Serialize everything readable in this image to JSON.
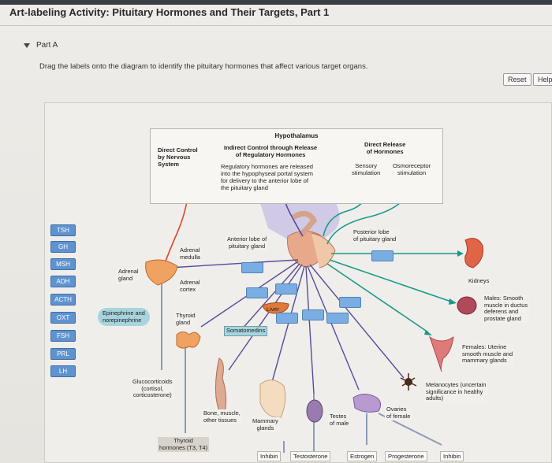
{
  "header": {
    "title": "Art-labeling Activity: Pituitary Hormones and Their Targets, Part 1",
    "part": "Part A",
    "instructions": "Drag the labels onto the diagram to identify the pituitary hormones that affect various target organs."
  },
  "buttons": {
    "reset": "Reset",
    "help": "Help"
  },
  "tags": [
    "TSH",
    "GH",
    "MSH",
    "ADH",
    "ACTH",
    "OXT",
    "FSH",
    "PRL",
    "LH"
  ],
  "hypothalamus": {
    "title": "Hypothalamus",
    "col1": "Direct Control\nby Nervous\nSystem",
    "col2_title": "Indirect Control through Release\nof Regulatory Hormones",
    "col2_text": "Regulatory hormones are released\ninto the hypophyseal portal system\nfor delivery to the anterior lobe of\nthe pituitary gland",
    "col3_title": "Direct Release\nof Hormones",
    "sensory": "Sensory\nstimulation",
    "osmo": "Osmoreceptor\nstimulation"
  },
  "labels": {
    "anterior": "Anterior lobe of\npituitary gland",
    "posterior": "Posterior lobe\nof pituitary gland",
    "adrenal_medulla": "Adrenal\nmedulla",
    "adrenal_gland": "Adrenal\ngland",
    "adrenal_cortex": "Adrenal\ncortex",
    "epinephrine": "Epinephrine and\nnorepinephrine",
    "thyroid_gland": "Thyroid\ngland",
    "liver": "Liver",
    "somatomedins": "Somatomedins",
    "kidneys": "Kidneys",
    "males": "Males: Smooth\nmuscle in ductus\ndeferens and\nprostate gland",
    "females": "Females: Uterine\nsmooth muscle and\nmammary glands",
    "melanocytes": "Melanocytes (uncertain\nsignificance in healthy\nadults)",
    "glucocorticoids": "Glucocorticoids\n(cortisol,\ncorticosterone)",
    "bone": "Bone, muscle,\nother tissues",
    "mammary": "Mammary\nglands",
    "testes": "Testes\nof male",
    "ovaries": "Ovaries\nof female",
    "thyroid_hormones": "Thyroid\nhormones (T3, T4)"
  },
  "bottom": [
    "Inhibin",
    "Testosterone",
    "Estrogen",
    "Progesterone",
    "Inhibin"
  ],
  "colors": {
    "tag": "#5f93cf",
    "dropbox": "#7aaee3",
    "teal": "#1a9a86",
    "purple": "#5a4a9a",
    "red": "#e0442f",
    "grayblue": "#8d9bb8"
  }
}
